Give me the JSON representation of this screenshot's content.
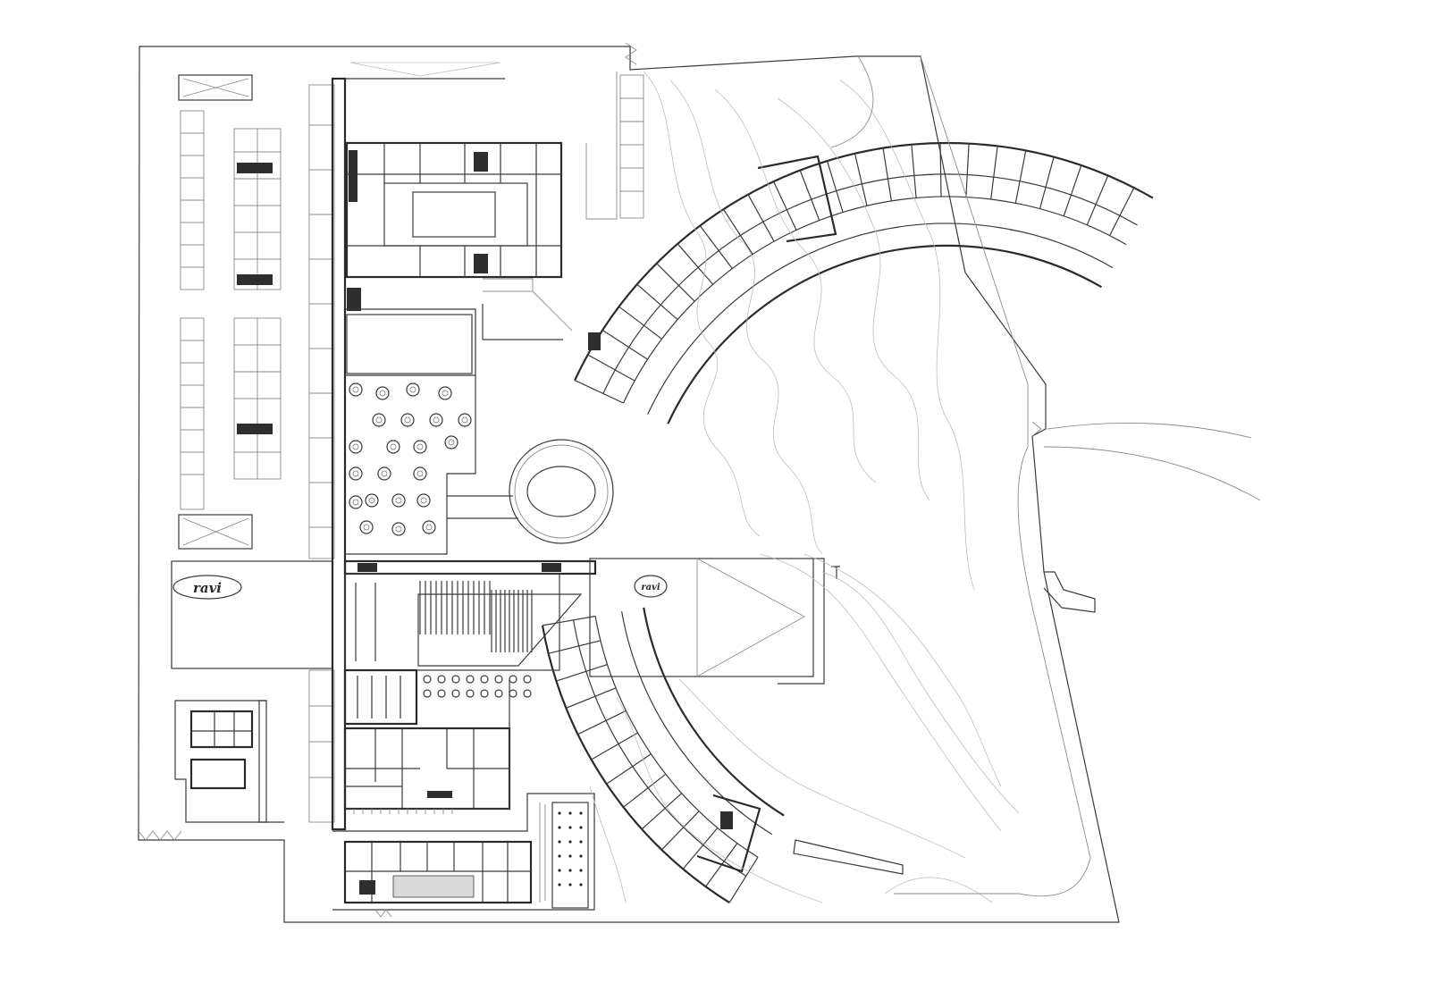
{
  "drawing": {
    "type": "site floor plan",
    "colors": {
      "line": "#3a3a3a",
      "thin": "#8c8c8c",
      "faint": "#bdbdbd",
      "background": "#ffffff"
    }
  },
  "logos": {
    "left": "ravi",
    "center": "ravi"
  }
}
